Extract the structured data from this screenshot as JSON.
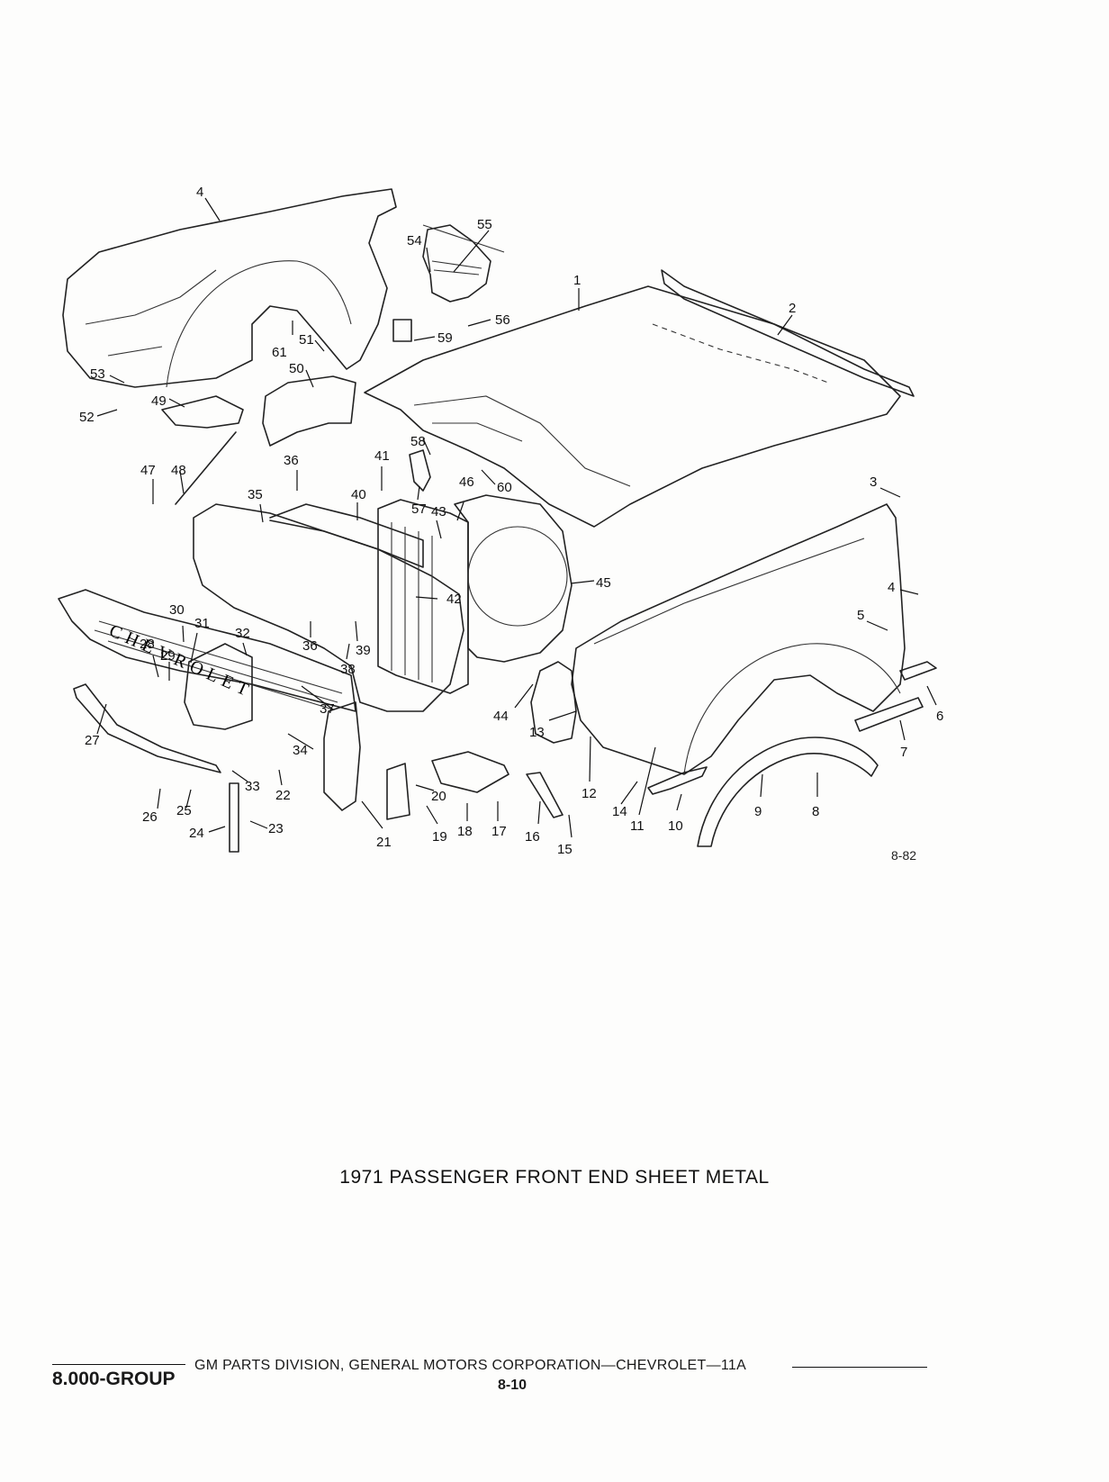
{
  "figure": {
    "title": "1971 PASSENGER FRONT END SHEET METAL",
    "code": "8-82",
    "emblem_text": "CHEVROLET"
  },
  "footer": {
    "group": "8.000-GROUP",
    "division": "GM PARTS DIVISION, GENERAL MOTORS CORPORATION—CHEVROLET—11A",
    "page": "8-10"
  },
  "callouts": [
    {
      "n": "1"
    },
    {
      "n": "2"
    },
    {
      "n": "3"
    },
    {
      "n": "4"
    },
    {
      "n": "4"
    },
    {
      "n": "5"
    },
    {
      "n": "6"
    },
    {
      "n": "7"
    },
    {
      "n": "8"
    },
    {
      "n": "9"
    },
    {
      "n": "10"
    },
    {
      "n": "11"
    },
    {
      "n": "12"
    },
    {
      "n": "13"
    },
    {
      "n": "14"
    },
    {
      "n": "15"
    },
    {
      "n": "16"
    },
    {
      "n": "17"
    },
    {
      "n": "18"
    },
    {
      "n": "19"
    },
    {
      "n": "20"
    },
    {
      "n": "21"
    },
    {
      "n": "22"
    },
    {
      "n": "23"
    },
    {
      "n": "24"
    },
    {
      "n": "25"
    },
    {
      "n": "26"
    },
    {
      "n": "27"
    },
    {
      "n": "28"
    },
    {
      "n": "29"
    },
    {
      "n": "30"
    },
    {
      "n": "31"
    },
    {
      "n": "32"
    },
    {
      "n": "33"
    },
    {
      "n": "34"
    },
    {
      "n": "35"
    },
    {
      "n": "36"
    },
    {
      "n": "36"
    },
    {
      "n": "37"
    },
    {
      "n": "38"
    },
    {
      "n": "39"
    },
    {
      "n": "40"
    },
    {
      "n": "41"
    },
    {
      "n": "42"
    },
    {
      "n": "43"
    },
    {
      "n": "44"
    },
    {
      "n": "45"
    },
    {
      "n": "46"
    },
    {
      "n": "47"
    },
    {
      "n": "48"
    },
    {
      "n": "49"
    },
    {
      "n": "50"
    },
    {
      "n": "51"
    },
    {
      "n": "52"
    },
    {
      "n": "53"
    },
    {
      "n": "54"
    },
    {
      "n": "55"
    },
    {
      "n": "56"
    },
    {
      "n": "57"
    },
    {
      "n": "58"
    },
    {
      "n": "59"
    },
    {
      "n": "60"
    },
    {
      "n": "61"
    }
  ]
}
